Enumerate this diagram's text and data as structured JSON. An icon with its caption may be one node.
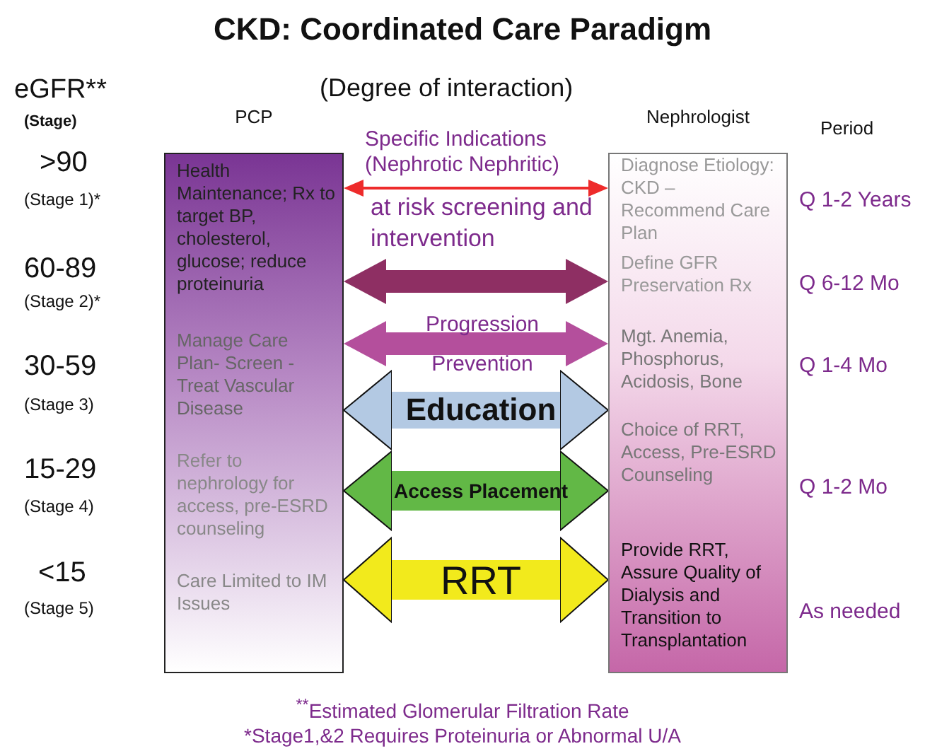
{
  "diagram": {
    "title": "CKD: Coordinated Care Paradigm",
    "nodes": [
      {
        "text": [
          "PCP"
        ]
      },
      {
        "text": [
          "Health Maintenance; Rx to target BP, cholesterol, glucose; reduce proteinuria"
        ],
        "in": 0
      },
      {
        "text": [
          "Manage Care Plan- Screen - Treat Vascular Disease"
        ],
        "in": 0
      },
      {
        "text": [
          "Refer to nephrology for access, pre-ESRD counseling"
        ],
        "in": 0
      },
      {
        "text": [
          "Care Limited to IM Issues"
        ],
        "in": 0
      },
      {
        "text": [
          "Nephrologist"
        ]
      },
      {
        "text": [
          "Diagnose Etiology: CKD – Recommend Care Plan"
        ],
        "in": 5
      },
      {
        "text": [
          "Define GFR Preservation Rx"
        ],
        "in": 5
      },
      {
        "text": [
          "Mgt. Anemia, Phosphorus, Acidosis, Bone"
        ],
        "in": 5
      },
      {
        "text": [
          "Choice of RRT, Access, Pre-ESRD Counseling"
        ],
        "in": 5
      },
      {
        "text": [
          "Provide RRT, Assure Quality of Dialysis and Transition to Transplantation"
        ],
        "in": 5
      }
    ],
    "edges": [
      {
        "from": 0,
        "to": 5,
        "arrow": "both",
        "label": "Specific Indications (Nephrotic Nephritic)",
        "color": "#ee2b2b"
      },
      {
        "from": 0,
        "to": 5,
        "arrow": "both",
        "color": "#8e2f63"
      },
      {
        "from": 0,
        "to": 5,
        "arrow": "both",
        "label": "Progression",
        "color": "#b44f9c"
      },
      {
        "from": 0,
        "to": 5,
        "arrow": "both",
        "label": "Education",
        "color": "#b3c9e3"
      },
      {
        "from": 0,
        "to": 5,
        "arrow": "both",
        "label": "Access Placement",
        "color": "#62b846"
      },
      {
        "from": 0,
        "to": 5,
        "arrow": "both",
        "label": "RRT",
        "color": "#f2ea1c"
      }
    ],
    "labels": [
      "eGFR**",
      "(Degree of interaction)",
      "(Stage)",
      "Period",
      ">90",
      "(Stage 1)*",
      "at risk screening and intervention",
      "Q 1-2 Years",
      "60-89",
      "Q 6-12 Mo",
      "(Stage 2)*",
      "30-59",
      "Prevention",
      "Q 1-4 Mo",
      "(Stage 3)",
      "15-29",
      "Q 1-2 Mo",
      "(Stage 4)",
      "<15",
      "(Stage 5)",
      "As needed",
      "$^{**}$Estimated Glomerular Filtration Rate",
      "*Stage1,&2 Requires Proteinuria or Abnormal U/A"
    ]
  }
}
